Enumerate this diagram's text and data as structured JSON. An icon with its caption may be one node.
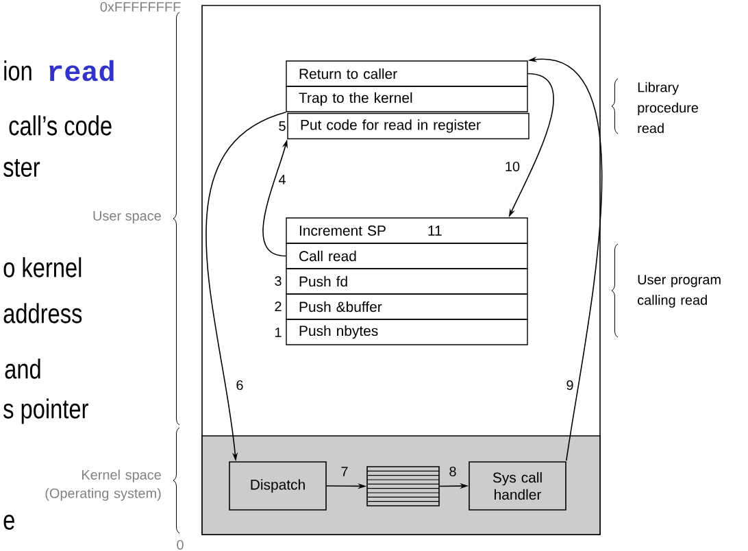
{
  "diagram": {
    "nodes": [
      {
        "text": [
          "Return to caller"
        ]
      },
      {
        "text": [
          "Trap to the kernel"
        ]
      },
      {
        "text": [
          "Put code for read in register"
        ],
        "beside": [
          "5"
        ]
      },
      {
        "text": [
          "Increment SP",
          "11"
        ]
      },
      {
        "text": [
          "Call read"
        ]
      },
      {
        "text": [
          "Push fd"
        ],
        "beside": [
          "3"
        ]
      },
      {
        "text": [
          "Push &buffer"
        ],
        "beside": [
          "2"
        ]
      },
      {
        "text": [
          "Push nbytes"
        ],
        "beside": [
          "1"
        ]
      },
      {
        "text": [],
        "shape": "box"
      },
      {
        "text": [
          "Dispatch"
        ],
        "in": 8
      },
      {
        "text": [],
        "shape": "box",
        "in": 8
      },
      {
        "text": [
          "Sys call handler"
        ],
        "in": 8
      }
    ],
    "edges": [
      {
        "from": 4,
        "to": 2,
        "arrow": "to",
        "label": "4"
      },
      {
        "from": 1,
        "to": 9,
        "arrow": "to",
        "label": "6"
      },
      {
        "from": 9,
        "to": 10,
        "arrow": "to",
        "label": "7"
      },
      {
        "from": 10,
        "to": 11,
        "arrow": "to",
        "label": "8"
      },
      {
        "from": 11,
        "to": 0,
        "arrow": "to",
        "label": "9"
      },
      {
        "from": 0,
        "to": 3,
        "arrow": "to",
        "label": "10"
      }
    ],
    "labels": [
      "0xFFFFFFFF",
      "ion",
      "read",
      "call’s code",
      "ster",
      "User space",
      "o kernel",
      "address",
      "and",
      "s pointer",
      "Kernel space (Operating system)",
      "e",
      "0",
      "Library procedure read",
      "User program calling read"
    ]
  }
}
